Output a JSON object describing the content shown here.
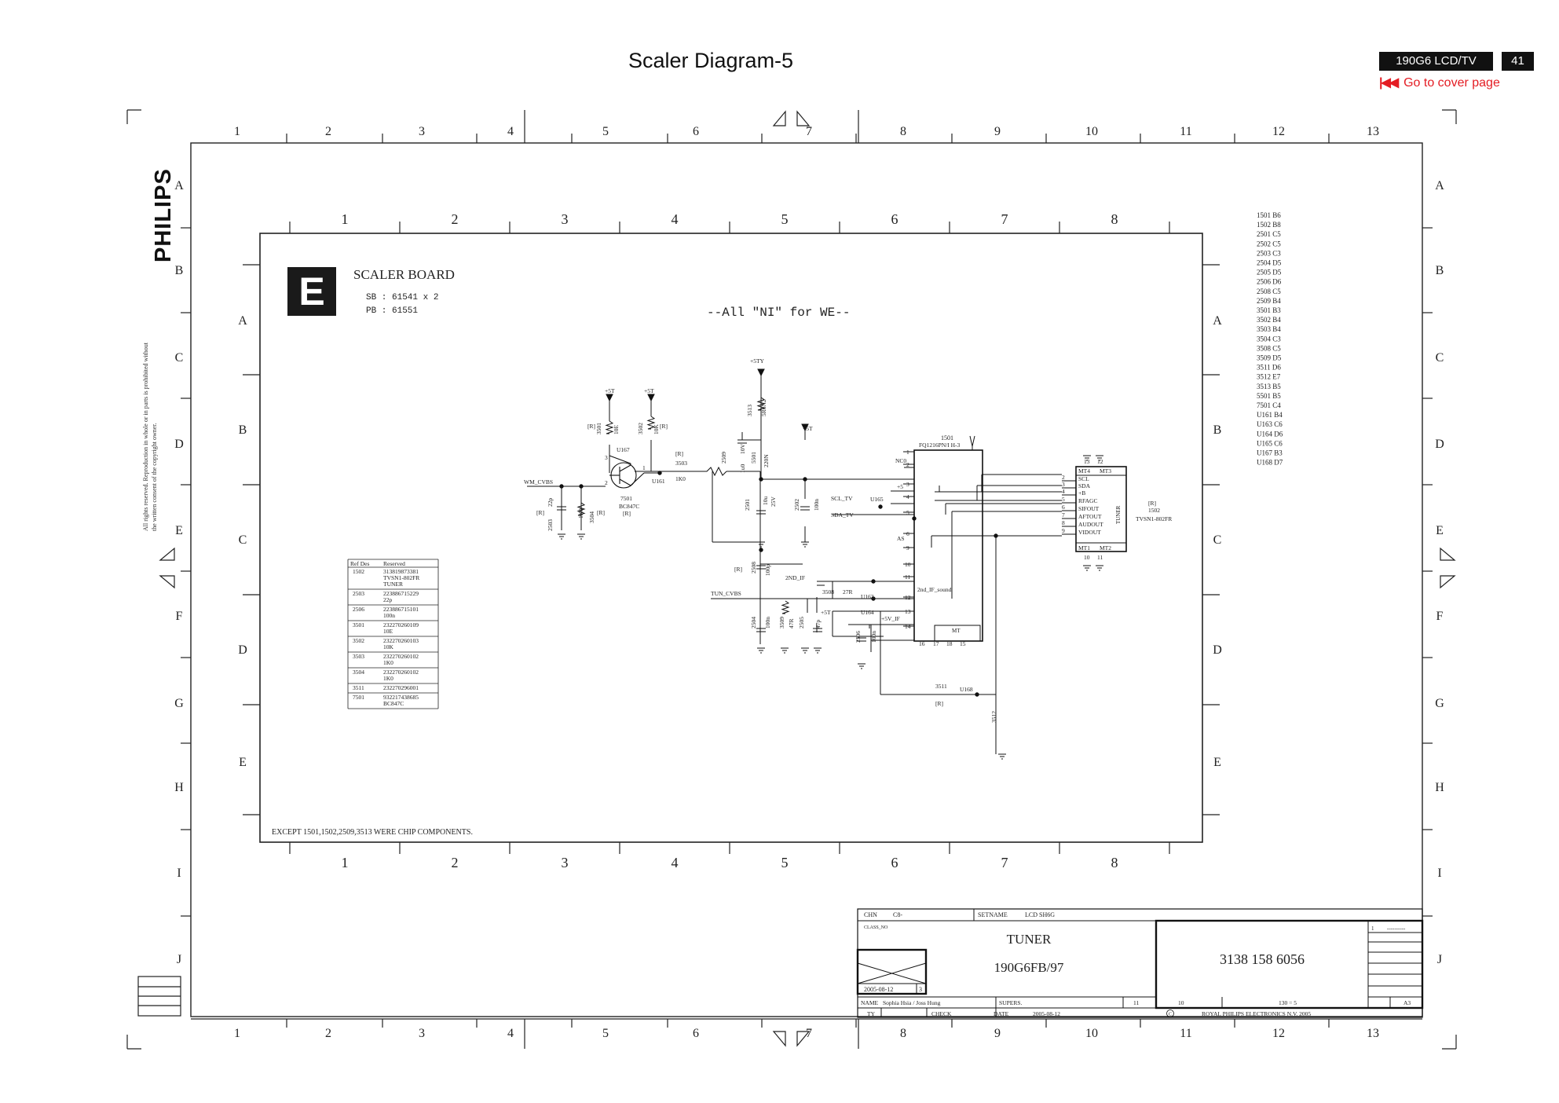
{
  "header": {
    "title": "Scaler Diagram-5",
    "model_badge": "190G6 LCD/TV",
    "page_number": "41",
    "cover_link": "Go to cover page",
    "cover_icon": "rewind-to-start-icon"
  },
  "side": {
    "logo": "PHILIPS",
    "copyright": "All rights reserved. Reproduction in whole or in parts is prohibited without the written consent of the copyright owner."
  },
  "outer_cols_top": [
    "1",
    "2",
    "3",
    "4",
    "5",
    "6",
    "7",
    "8",
    "9",
    "10",
    "11",
    "12",
    "13"
  ],
  "outer_cols_bottom": [
    "1",
    "2",
    "3",
    "4",
    "5",
    "6",
    "7",
    "8",
    "9",
    "10",
    "11",
    "12",
    "13"
  ],
  "outer_rows": [
    "A",
    "B",
    "C",
    "D",
    "E",
    "F",
    "G",
    "H",
    "I",
    "J"
  ],
  "inner_cols": [
    "1",
    "2",
    "3",
    "4",
    "5",
    "6",
    "7",
    "8"
  ],
  "inner_rows": [
    "A",
    "B",
    "C",
    "D",
    "E"
  ],
  "board": {
    "letter": "E",
    "name": "SCALER BOARD",
    "sb": "SB : 61541 x 2",
    "pb": "PB : 61551",
    "note": "--All \"NI\" for WE--",
    "footnote": "EXCEPT 1501,1502,2509,3513  WERE CHIP COMPONENTS."
  },
  "ref_table": {
    "headers": [
      "Ref Des",
      "Reserved"
    ],
    "rows": [
      [
        "1502",
        "313819873381\nTVSN1-802FR\nTUNER"
      ],
      [
        "2503",
        "223886715229\n22p"
      ],
      [
        "2506",
        "223886715101\n100n"
      ],
      [
        "3501",
        "232270260109\n10E"
      ],
      [
        "3502",
        "232270260103\n10K"
      ],
      [
        "3503",
        "232270260102\n1K0"
      ],
      [
        "3504",
        "232270260102\n1K0"
      ],
      [
        "3511",
        "232270296001"
      ],
      [
        "7501",
        "932217438685\nBC847C"
      ]
    ]
  },
  "location_index": [
    "1501 B6",
    "1502 B8",
    "2501 C5",
    "2502 C5",
    "2503 C3",
    "2504 D5",
    "2505 D5",
    "2506 D6",
    "2508 C5",
    "2509 B4",
    "3501 B3",
    "3502 B4",
    "3503 B4",
    "3504 C3",
    "3508 C5",
    "3509 D5",
    "3511 D6",
    "3512 E7",
    "3513 B5",
    "5501 B5",
    "7501 C4",
    "U161 B4",
    "U163 C6",
    "U164 D6",
    "U165 C6",
    "U167 B3",
    "U168 D7"
  ],
  "schematic": {
    "supply_5ty": "+5TY",
    "supply_5t": "+5T",
    "net_wm_cvbs": "WM_CVBS",
    "net_tun_cvbs": "TUN_CVBS",
    "net_2nd_if": "2ND_IF",
    "net_scl": "SCL_TV",
    "net_sda": "SDA_TV",
    "net_5v_if": "+5V_IF",
    "net_2nd_sound": "2nd_IF_sound",
    "tuner_ref": "1501",
    "tuner_part": "FQ1216PN/I H-3",
    "tuner_pins": [
      "1",
      "2",
      "3",
      "4",
      "5",
      "6",
      "9",
      "10",
      "11",
      "12",
      "13",
      "14"
    ],
    "tuner_pin1_label": "NC0",
    "tuner_pin3_label": "+5",
    "tuner_pin6_label": "AS",
    "tuner_mt": "MT",
    "tuner_bottom_pins": [
      "16",
      "17",
      "18",
      "15"
    ],
    "tuner_bottom_pin_labels": [
      "16",
      "17",
      "18",
      "15"
    ],
    "conn_ref": "1502",
    "conn_part": "TVSN1-802FR",
    "conn_body": "TUNER",
    "conn_tag": "[R]",
    "conn_pins": [
      "SCL",
      "SDA",
      "+B",
      "RFAGC",
      "SIFOUT",
      "AFTOUT",
      "AUDOUT",
      "VIDOUT"
    ],
    "conn_pin_nums": [
      "2",
      "3",
      "4",
      "5",
      "6",
      "7",
      "8",
      "9"
    ],
    "conn_top": [
      "MT4",
      "MT3"
    ],
    "conn_bottom": [
      "MT1",
      "MT2"
    ],
    "conn_nums_top": [
      "13",
      "12"
    ],
    "conn_nums_bottom": [
      "10",
      "11"
    ],
    "parts": {
      "r3501": [
        "3501",
        "10E",
        "[R]"
      ],
      "r3502": [
        "3502",
        "10K",
        "[R]"
      ],
      "r3503": [
        "3503",
        "1K0",
        "[R]"
      ],
      "r3504": [
        "3504",
        "1K0",
        "[R]"
      ],
      "r3513": [
        "3513",
        "5R6N2"
      ],
      "r3508": [
        "3508",
        "27R"
      ],
      "r3509": [
        "3509",
        "47R"
      ],
      "r3511": [
        "3511",
        "[R]"
      ],
      "r3512": [
        "3512"
      ],
      "c2503": [
        "2503",
        "22p",
        "[R]"
      ],
      "c2509": [
        "2509",
        "10V",
        "1u0"
      ],
      "l5501": [
        "5501",
        "220N"
      ],
      "c2501": [
        "2501",
        "10u",
        "25V"
      ],
      "c2502": [
        "2502",
        "100n"
      ],
      "c2508": [
        "2508",
        "100p",
        "[R]"
      ],
      "c2504": [
        "2504",
        "100n"
      ],
      "c2505": [
        "2505",
        "47p"
      ],
      "c2506": [
        "2506",
        "100n"
      ],
      "q7501": [
        "7501",
        "BC847C",
        "[R]"
      ],
      "u161": "U161",
      "u163": "U163",
      "u164": "U164",
      "u165": "U165",
      "u167": "U167",
      "u168": "U168",
      "q_pins": [
        "1",
        "2",
        "3"
      ]
    }
  },
  "title_block": {
    "chn_label": "CHN",
    "chn_value": "C8-",
    "setname_label": "SETNAME",
    "setname_value": "LCD SH6G",
    "class_no": "CLASS_NO",
    "block_name": "TUNER",
    "block_model": "190G6FB/97",
    "doc_number": "3138 158 6056",
    "date1": "2005-08-12",
    "num_3": "3",
    "name_label": "NAME",
    "name_value": "Sophia Hsia / Joss Hung",
    "supers_label": "SUPERS.",
    "n11": "11",
    "n10": "10",
    "sheet": "130 = 5",
    "format": "A3",
    "ty_label": "TY",
    "check_label": "CHECK",
    "date_label": "DATE",
    "date2": "2005-08-12",
    "copyright_mark": "C",
    "company": "ROYAL PHILIPS ELECTRONICS N.V. 2005",
    "rev": "1",
    "rev_line": "----------"
  }
}
